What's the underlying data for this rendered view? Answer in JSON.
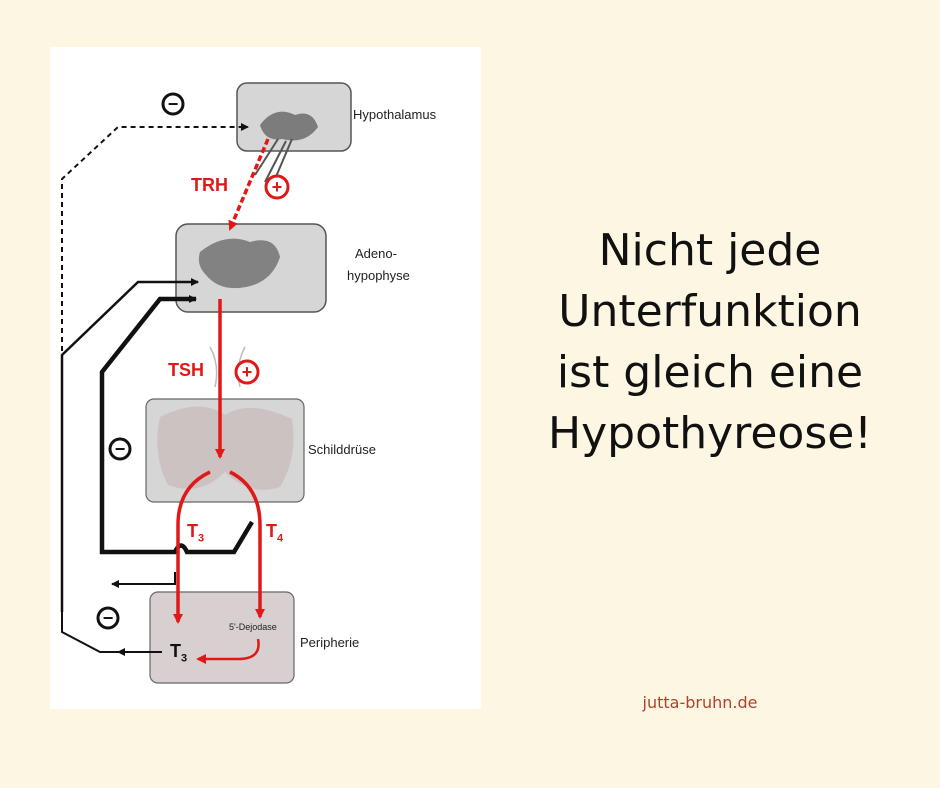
{
  "colors": {
    "background": "#fdf6e3",
    "stimulate": "#e01818",
    "inhibit": "#111111",
    "website": "#b0412d"
  },
  "diagram": {
    "organs": {
      "hypothalamus": "Hypothalamus",
      "adeno_line1": "Adeno-",
      "adeno_line2": "hypophyse",
      "thyroid": "Schilddrüse",
      "periphery": "Peripherie"
    },
    "hormones": {
      "trh": "TRH",
      "tsh": "TSH",
      "t3_letter": "T",
      "t3_sub": "3",
      "t4_letter": "T",
      "t4_sub": "4",
      "periph_t3_letter": "T",
      "periph_t3_sub": "3"
    },
    "enzyme": "5'-Dejodase",
    "signs": {
      "plus": "+",
      "minus": "−"
    },
    "icons": [
      "plus-circle-icon",
      "minus-circle-icon"
    ]
  },
  "headline": {
    "line1": "Nicht jede",
    "line2": "Unterfunktion",
    "line3": "ist gleich eine",
    "line4": "Hypothyreose!"
  },
  "website": "jutta-bruhn.de"
}
